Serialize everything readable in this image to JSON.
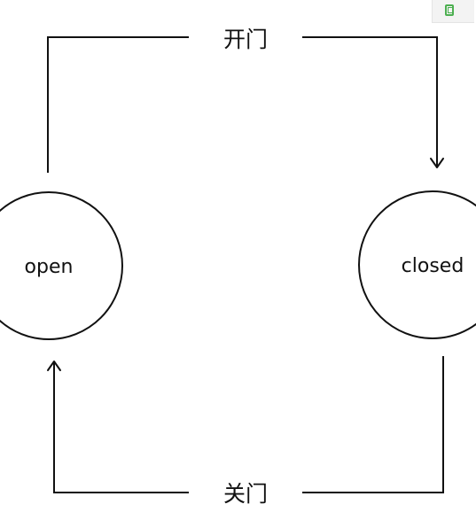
{
  "states": {
    "open": {
      "label": "open"
    },
    "closed": {
      "label": "closed"
    }
  },
  "transitions": {
    "open_door": {
      "label": "开门"
    },
    "close_door": {
      "label": "关门"
    }
  },
  "colors": {
    "stroke": "#111111",
    "background": "#ffffff",
    "badge_icon": "#4caf50"
  },
  "corner_badge": {
    "icon": "tablet-icon"
  }
}
